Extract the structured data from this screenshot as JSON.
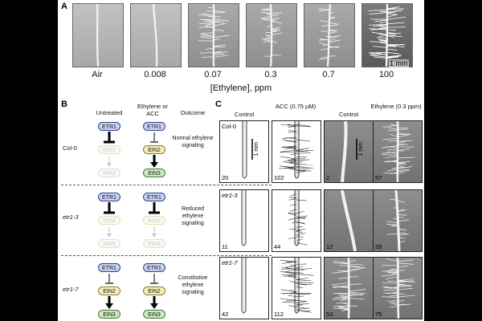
{
  "panel_a": {
    "letter": "A",
    "conditions": [
      "Air",
      "0.008",
      "0.07",
      "0.3",
      "0.7",
      "100"
    ],
    "x_label": "[Ethylene], ppm",
    "scale_label": "1 mm"
  },
  "panel_b": {
    "letter": "B",
    "headers": {
      "untreated": "Untreated",
      "treated": "Ethylene or ACC",
      "outcome": "Outcome"
    },
    "proteins": {
      "etr1": "ETR1",
      "ein2": "EIN2",
      "ein3": "EIN3"
    },
    "rows": [
      {
        "genotype": "Col-0",
        "outcome": "Normal ethylene signaling"
      },
      {
        "genotype": "etr1-3",
        "outcome": "Reduced ethylene signaling"
      },
      {
        "genotype": "etr1-7",
        "outcome": "Constitutive ethylene signaling"
      }
    ]
  },
  "panel_c": {
    "letter": "C",
    "columns": [
      "Control",
      "ACC (0.75 µM)",
      "Control",
      "Ethylene (0.3 ppm)"
    ],
    "rows": [
      {
        "genotype": "Col-0",
        "counts": [
          "20",
          "102",
          "2",
          "57"
        ]
      },
      {
        "genotype": "etr1-3",
        "counts": [
          "11",
          "44",
          "12",
          "39"
        ]
      },
      {
        "genotype": "etr1-7",
        "counts": [
          "42",
          "112",
          "53",
          "75"
        ]
      }
    ],
    "scale_label": "1 mm"
  },
  "colors": {
    "etr1": "#c9d4f5",
    "ein2": "#f6eebd",
    "ein3": "#cfe9c3",
    "background": "#000000"
  }
}
